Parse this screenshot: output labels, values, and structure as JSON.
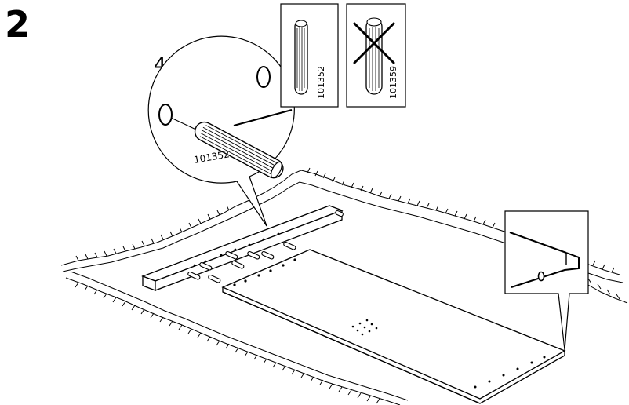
{
  "step": {
    "number": "2"
  },
  "callout_main": {
    "quantity": "4x",
    "part_label": "101352"
  },
  "correct_part": {
    "part_number": "101352"
  },
  "wrong_part": {
    "part_number": "101359"
  },
  "colors": {
    "ink": "#000000",
    "paper": "#ffffff",
    "shade": "#dcdcdc"
  }
}
